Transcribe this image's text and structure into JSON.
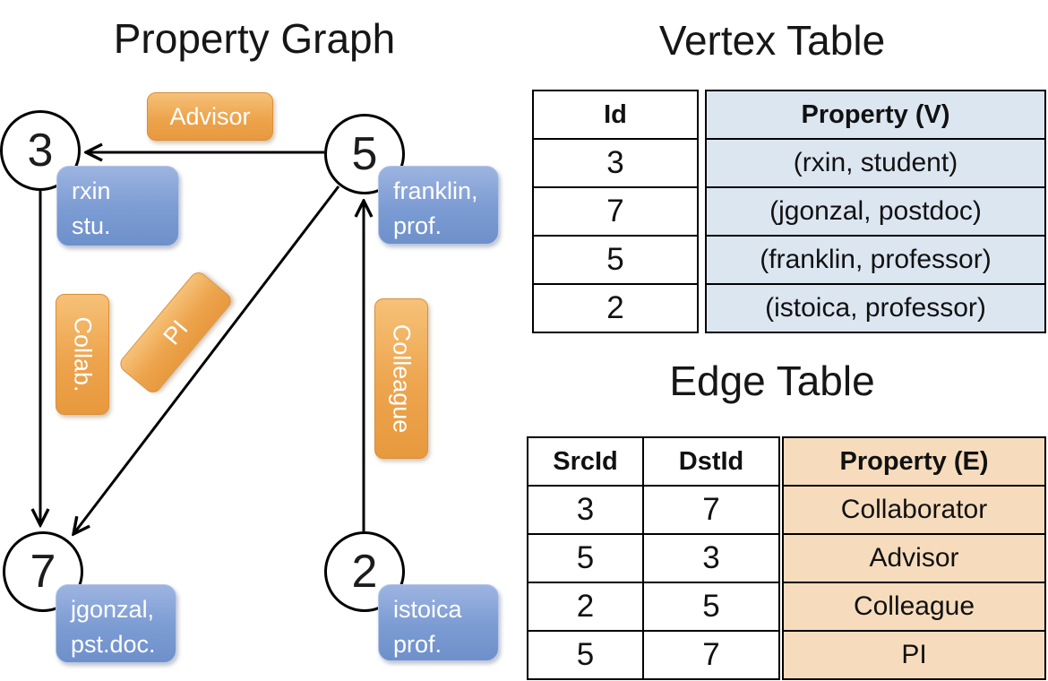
{
  "titles": {
    "graph": "Property Graph",
    "vertex_table": "Vertex Table",
    "edge_table": "Edge Table"
  },
  "graph": {
    "nodes": {
      "n3": {
        "id": "3",
        "label_line1": "rxin",
        "label_line2": "stu."
      },
      "n5": {
        "id": "5",
        "label_line1": "franklin,",
        "label_line2": "prof."
      },
      "n7": {
        "id": "7",
        "label_line1": "jgonzal,",
        "label_line2": "pst.doc."
      },
      "n2": {
        "id": "2",
        "label_line1": "istoica",
        "label_line2": "prof."
      }
    },
    "edge_labels": {
      "advisor": "Advisor",
      "collab": "Collab.",
      "pi": "PI",
      "colleague": "Colleague"
    },
    "edges": [
      {
        "from": "5",
        "to": "3",
        "label": "Advisor"
      },
      {
        "from": "3",
        "to": "7",
        "label": "Collab."
      },
      {
        "from": "5",
        "to": "7",
        "label": "PI"
      },
      {
        "from": "2",
        "to": "5",
        "label": "Colleague"
      }
    ]
  },
  "vertex_table": {
    "headers": {
      "id": "Id",
      "property": "Property (V)"
    },
    "rows": [
      {
        "id": "3",
        "property": "(rxin, student)"
      },
      {
        "id": "7",
        "property": "(jgonzal, postdoc)"
      },
      {
        "id": "5",
        "property": "(franklin, professor)"
      },
      {
        "id": "2",
        "property": "(istoica, professor)"
      }
    ]
  },
  "edge_table": {
    "headers": {
      "src": "SrcId",
      "dst": "DstId",
      "property": "Property (E)"
    },
    "rows": [
      {
        "src": "3",
        "dst": "7",
        "property": "Collaborator"
      },
      {
        "src": "5",
        "dst": "3",
        "property": "Advisor"
      },
      {
        "src": "2",
        "dst": "5",
        "property": "Colleague"
      },
      {
        "src": "5",
        "dst": "7",
        "property": "PI"
      }
    ]
  },
  "colors": {
    "node_label_blue": "#7b9bd3",
    "edge_label_orange": "#eda44d",
    "vertex_property_bg": "#dce6f1",
    "edge_property_bg": "#f6dcbd",
    "line": "#000000"
  }
}
